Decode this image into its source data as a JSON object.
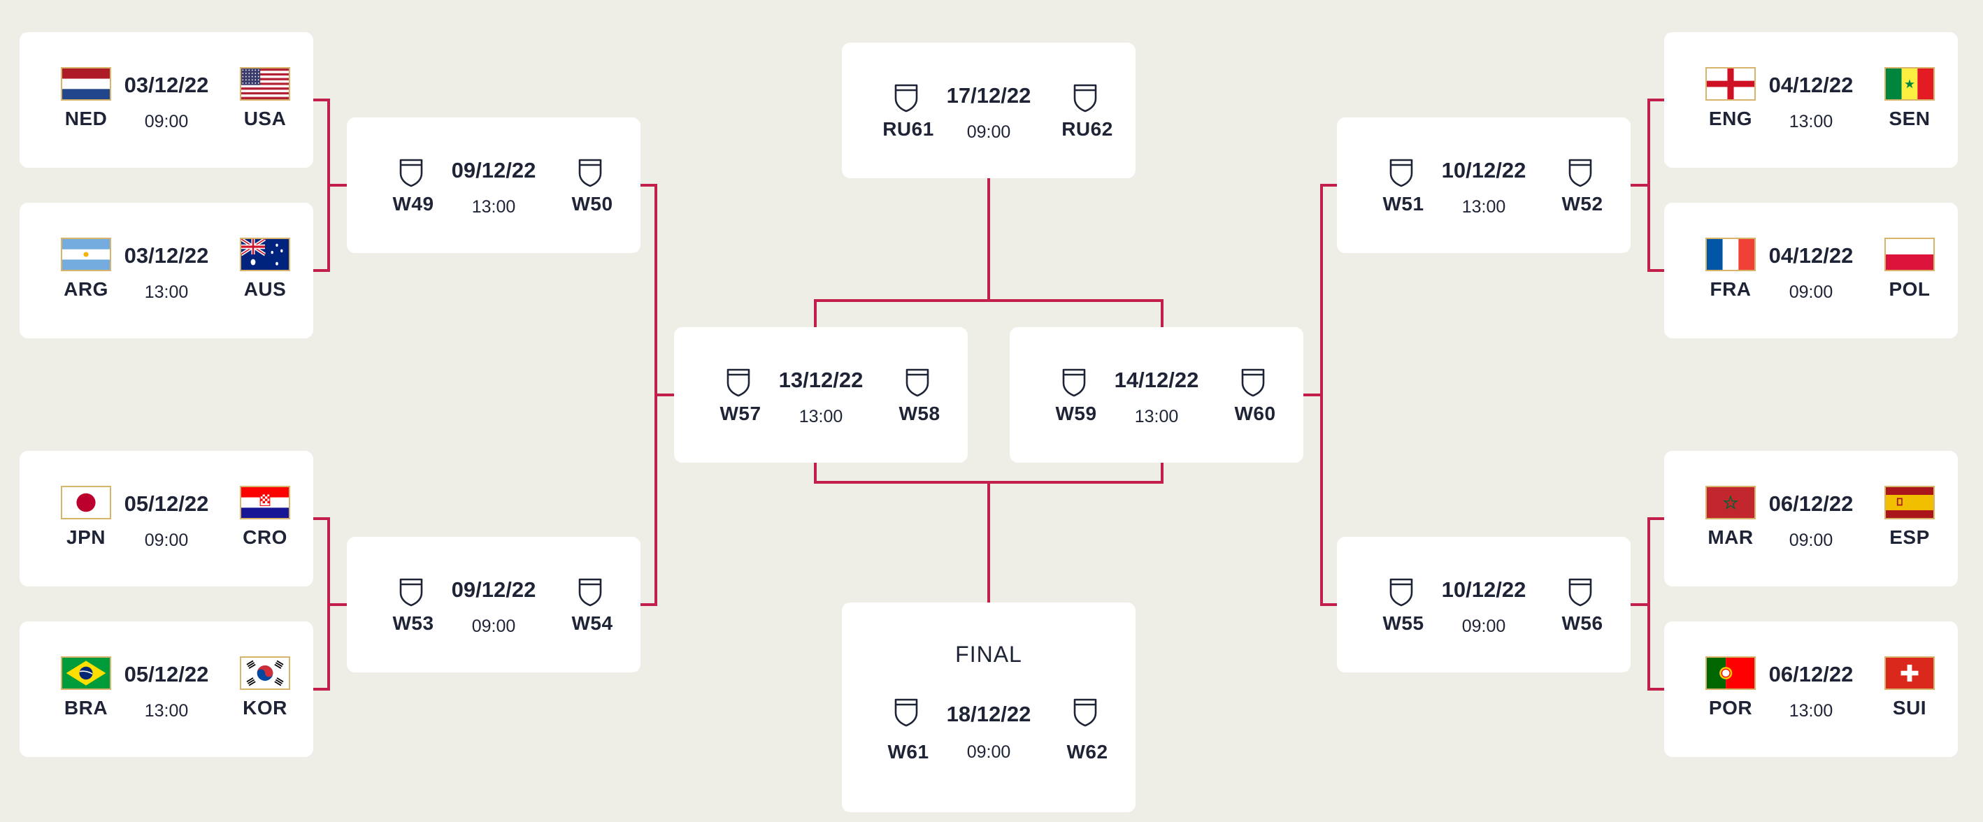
{
  "matches": [
    {
      "id": "m1",
      "date": "03/12/22",
      "time": "09:00",
      "home": {
        "code": "NED",
        "icon": "flag-netherlands"
      },
      "away": {
        "code": "USA",
        "icon": "flag-usa"
      }
    },
    {
      "id": "m2",
      "date": "03/12/22",
      "time": "13:00",
      "home": {
        "code": "ARG",
        "icon": "flag-argentina"
      },
      "away": {
        "code": "AUS",
        "icon": "flag-australia"
      }
    },
    {
      "id": "m3",
      "date": "05/12/22",
      "time": "09:00",
      "home": {
        "code": "JPN",
        "icon": "flag-japan"
      },
      "away": {
        "code": "CRO",
        "icon": "flag-croatia"
      }
    },
    {
      "id": "m4",
      "date": "05/12/22",
      "time": "13:00",
      "home": {
        "code": "BRA",
        "icon": "flag-brazil"
      },
      "away": {
        "code": "KOR",
        "icon": "flag-korea"
      }
    },
    {
      "id": "m5",
      "date": "04/12/22",
      "time": "13:00",
      "home": {
        "code": "ENG",
        "icon": "flag-england"
      },
      "away": {
        "code": "SEN",
        "icon": "flag-senegal"
      }
    },
    {
      "id": "m6",
      "date": "04/12/22",
      "time": "09:00",
      "home": {
        "code": "FRA",
        "icon": "flag-france"
      },
      "away": {
        "code": "POL",
        "icon": "flag-poland"
      }
    },
    {
      "id": "m7",
      "date": "06/12/22",
      "time": "09:00",
      "home": {
        "code": "MAR",
        "icon": "flag-morocco"
      },
      "away": {
        "code": "ESP",
        "icon": "flag-spain"
      }
    },
    {
      "id": "m8",
      "date": "06/12/22",
      "time": "13:00",
      "home": {
        "code": "POR",
        "icon": "flag-portugal"
      },
      "away": {
        "code": "SUI",
        "icon": "flag-switzerland"
      }
    },
    {
      "id": "q1",
      "date": "09/12/22",
      "time": "13:00",
      "home": {
        "code": "W49",
        "icon": "shield-icon"
      },
      "away": {
        "code": "W50",
        "icon": "shield-icon"
      }
    },
    {
      "id": "q2",
      "date": "09/12/22",
      "time": "09:00",
      "home": {
        "code": "W53",
        "icon": "shield-icon"
      },
      "away": {
        "code": "W54",
        "icon": "shield-icon"
      }
    },
    {
      "id": "q3",
      "date": "10/12/22",
      "time": "13:00",
      "home": {
        "code": "W51",
        "icon": "shield-icon"
      },
      "away": {
        "code": "W52",
        "icon": "shield-icon"
      }
    },
    {
      "id": "q4",
      "date": "10/12/22",
      "time": "09:00",
      "home": {
        "code": "W55",
        "icon": "shield-icon"
      },
      "away": {
        "code": "W56",
        "icon": "shield-icon"
      }
    },
    {
      "id": "s1",
      "date": "13/12/22",
      "time": "13:00",
      "home": {
        "code": "W57",
        "icon": "shield-icon"
      },
      "away": {
        "code": "W58",
        "icon": "shield-icon"
      }
    },
    {
      "id": "s2",
      "date": "14/12/22",
      "time": "13:00",
      "home": {
        "code": "W59",
        "icon": "shield-icon"
      },
      "away": {
        "code": "W60",
        "icon": "shield-icon"
      }
    },
    {
      "id": "third",
      "date": "17/12/22",
      "time": "09:00",
      "home": {
        "code": "RU61",
        "icon": "shield-icon"
      },
      "away": {
        "code": "RU62",
        "icon": "shield-icon"
      }
    },
    {
      "id": "final",
      "label": "FINAL",
      "date": "18/12/22",
      "time": "09:00",
      "home": {
        "code": "W61",
        "icon": "shield-icon"
      },
      "away": {
        "code": "W62",
        "icon": "shield-icon"
      }
    }
  ],
  "colors": {
    "background": "#eeede6",
    "card": "#ffffff",
    "connector": "#c21f4c",
    "text": "#1e2436",
    "flag_border": "#d7b46a"
  }
}
